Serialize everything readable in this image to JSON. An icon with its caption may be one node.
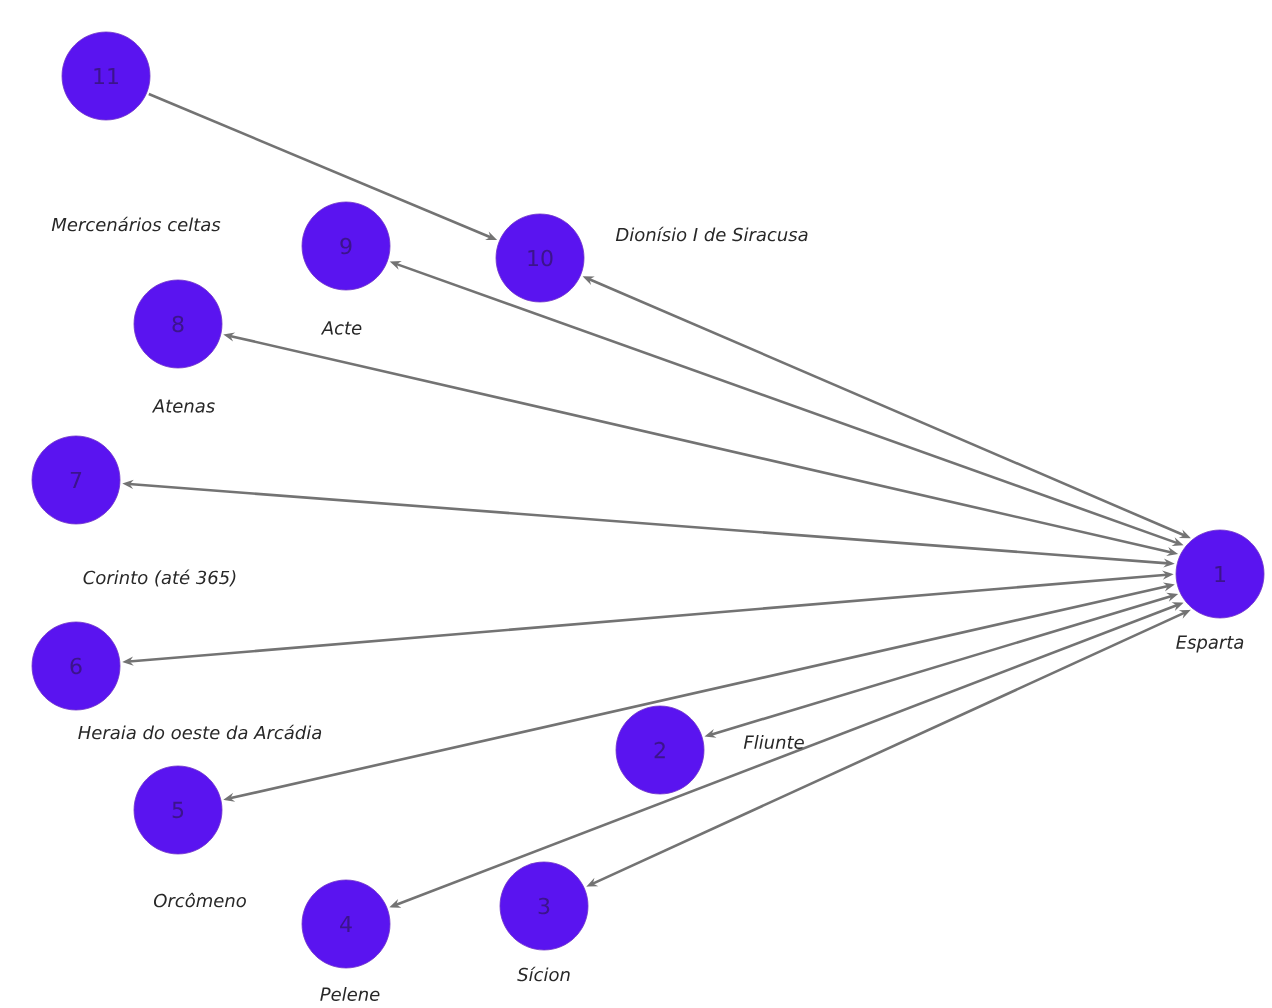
{
  "diagram": {
    "nodes": [
      {
        "text": [
          "1"
        ],
        "beside": [
          "Esparta"
        ]
      },
      {
        "text": [
          "2"
        ],
        "beside": [
          "Fliunte"
        ]
      },
      {
        "text": [
          "3"
        ],
        "beside": [
          "Sícion"
        ]
      },
      {
        "text": [
          "4"
        ],
        "beside": [
          "Pelene"
        ]
      },
      {
        "text": [
          "5"
        ],
        "beside": [
          "Orcômeno"
        ]
      },
      {
        "text": [
          "6"
        ],
        "beside": [
          "Heraia do oeste da Arcádia"
        ]
      },
      {
        "text": [
          "7"
        ],
        "beside": [
          "Corinto (até 365)"
        ]
      },
      {
        "text": [
          "8"
        ],
        "beside": [
          "Atenas"
        ]
      },
      {
        "text": [
          "9"
        ],
        "beside": [
          "Acte"
        ]
      },
      {
        "text": [
          "10"
        ],
        "beside": [
          "Dionísio I de Siracusa"
        ]
      },
      {
        "text": [
          "11"
        ]
      }
    ],
    "edges": [
      {
        "from": 10,
        "to": 9,
        "arrow": "to"
      },
      {
        "from": 0,
        "to": 9,
        "arrow": "both"
      },
      {
        "from": 0,
        "to": 8,
        "arrow": "both"
      },
      {
        "from": 0,
        "to": 7,
        "arrow": "both"
      },
      {
        "from": 0,
        "to": 6,
        "arrow": "both"
      },
      {
        "from": 0,
        "to": 5,
        "arrow": "both"
      },
      {
        "from": 0,
        "to": 4,
        "arrow": "both"
      },
      {
        "from": 0,
        "to": 3,
        "arrow": "both"
      },
      {
        "from": 0,
        "to": 1,
        "arrow": "both"
      },
      {
        "from": 0,
        "to": 2,
        "arrow": "both"
      }
    ],
    "labels": [
      "Mercenários celtas"
    ]
  }
}
